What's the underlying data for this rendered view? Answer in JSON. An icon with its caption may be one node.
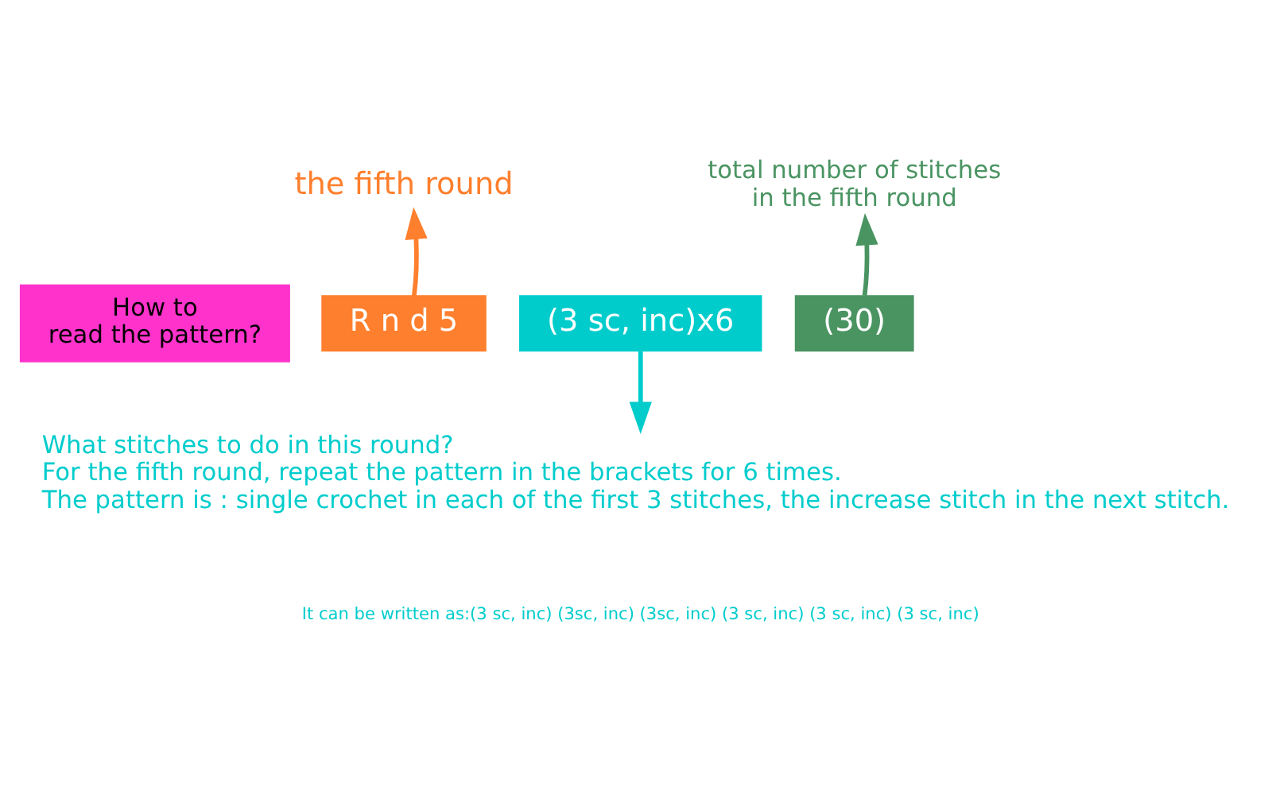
{
  "diagram": {
    "nodes": [
      {
        "text": [
          "How to read the pattern?"
        ]
      },
      {
        "text": [
          "R n d 5"
        ]
      },
      {
        "text": [
          "(3 sc, inc)x6"
        ]
      },
      {
        "text": [
          "(30)"
        ]
      },
      {
        "text": [
          "the fifth round"
        ]
      },
      {
        "text": [
          "total number of stitches in the fifth round"
        ]
      },
      {
        "text": [
          "What stitches to do in this round?",
          "For the fifth round, repeat the pattern in the brackets for 6 times.",
          "The pattern is : single crochet in each of the first 3 stitches, the increase stitch in the next stitch."
        ]
      }
    ],
    "edges": [
      {
        "from": 1,
        "to": 4,
        "arrow": "to",
        "color": "#fe7f2d"
      },
      {
        "from": 3,
        "to": 5,
        "arrow": "to",
        "color": "#4a9462"
      },
      {
        "from": 2,
        "to": 6,
        "arrow": "to",
        "color": "#00cccc"
      }
    ],
    "labels": [
      "It can be written as:(3 sc, inc) (3sc, inc) (3sc, inc) (3 sc, inc) (3 sc, inc) (3 sc, inc)"
    ]
  }
}
